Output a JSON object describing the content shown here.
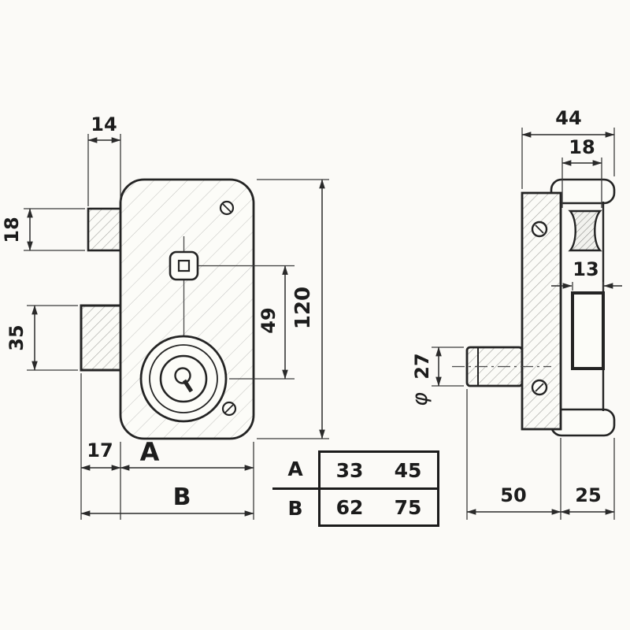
{
  "front_view": {
    "dim_14": "14",
    "dim_18": "18",
    "dim_35": "35",
    "dim_17": "17",
    "dim_A": "A",
    "dim_B": "B",
    "dim_49": "49",
    "dim_120": "120"
  },
  "side_view": {
    "dim_44": "44",
    "dim_18": "18",
    "dim_13": "13",
    "dim_phi": "φ",
    "dim_27": "27",
    "dim_50": "50",
    "dim_25": "25"
  },
  "size_table": {
    "rows": [
      {
        "label": "A",
        "col1": "33",
        "col2": "45"
      },
      {
        "label": "B",
        "col1": "62",
        "col2": "75"
      }
    ]
  },
  "colors": {
    "line": "#242424",
    "background": "#fbfaf7"
  }
}
